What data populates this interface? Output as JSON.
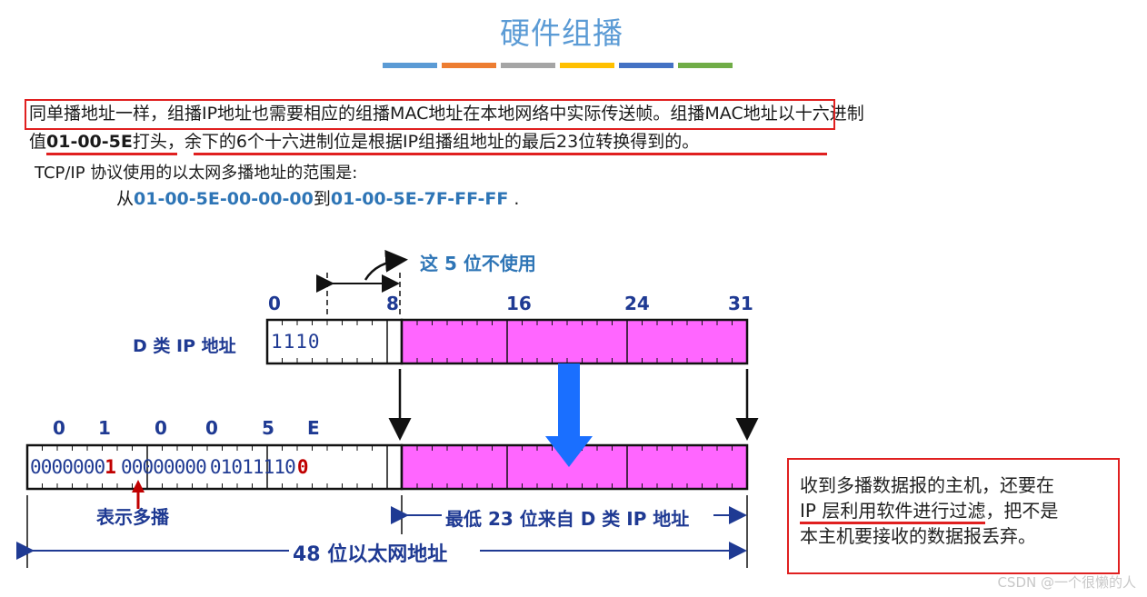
{
  "title": "硬件组播",
  "colors": {
    "bar": [
      "#5b9bd5",
      "#ed7d31",
      "#a5a5a5",
      "#ffc000",
      "#4472c4",
      "#70ad47"
    ],
    "magenta": "#ff66ff",
    "arrow_blue": "#1a6fff",
    "label_blue": "#1f3a93",
    "red": "#e02020"
  },
  "para": {
    "line1_boxed": "同单播地址一样，组播IP地址也需要相应的组播MAC地址在本地网络中实际传送帧。",
    "line1_rest": "组播MAC地址以十六进制",
    "line2_pre": "值",
    "line2_hex": "01-00-5E",
    "line2_mid": "打头，余下的6个十六进制位是根据IP组播组地址的最后23位转换得到的。",
    "line3": "TCP/IP 协议使用的以太网多播地址的范围是:",
    "line4_from": "从",
    "line4_start": "01-00-5E-00-00-00",
    "line4_to": "到",
    "line4_end": "01-00-5E-7F-FF-FF",
    "line4_dot": " ."
  },
  "diagram": {
    "unused_label": "这 5 位不使用",
    "bit_labels": [
      "0",
      "8",
      "16",
      "24",
      "31"
    ],
    "d_class_label": "D 类 IP 地址",
    "d_class_prefix": "1110",
    "hex_labels": [
      "0",
      "1",
      "0",
      "0",
      "5",
      "E"
    ],
    "mac_bits_a": "0000000",
    "mac_bit_multicast": "1",
    "mac_bits_b": "00000000",
    "mac_bits_c": "01011110",
    "mac_bit_zero": "0",
    "multicast_label": "表示多播",
    "low23_label": "最低 23 位来自 D 类 IP 地址",
    "eth48_label": "48 位以太网地址"
  },
  "note": {
    "line1": "收到多播数据报的主机，还要在",
    "line2_underlined": "IP 层利用软件进行过滤",
    "line2_rest": "，把不是",
    "line3": "本主机要接收的数据报丢弃。"
  },
  "watermark": "CSDN @一个很懒的人"
}
